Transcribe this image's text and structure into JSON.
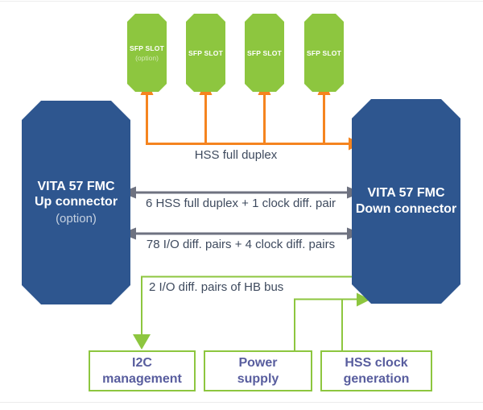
{
  "colors": {
    "green": "#8dc63f",
    "orange": "#f5841f",
    "blue": "#2e568f",
    "gray": "#6e7280",
    "label_text": "#3e4a5e",
    "box_text": "#585d9e"
  },
  "sfp_slots": [
    {
      "label": "SFP SLOT",
      "sublabel": "(option)"
    },
    {
      "label": "SFP SLOT",
      "sublabel": ""
    },
    {
      "label": "SFP SLOT",
      "sublabel": ""
    },
    {
      "label": "SFP SLOT",
      "sublabel": ""
    }
  ],
  "connectors": {
    "up": {
      "line1": "VITA 57 FMC",
      "line2": "Up connector",
      "line3": "(option)"
    },
    "down": {
      "line1": "VITA 57 FMC",
      "line2": "Down connector"
    }
  },
  "links": {
    "hss_bus": "HSS full duplex",
    "hss_pairs": "6 HSS full duplex + 1 clock diff. pair",
    "io_pairs": "78 I/O diff. pairs + 4 clock diff. pairs",
    "hb_bus": "2 I/O diff. pairs of HB bus"
  },
  "bottom_boxes": [
    {
      "line1": "I2C",
      "line2": "management"
    },
    {
      "line1": "Power",
      "line2": "supply"
    },
    {
      "line1": "HSS clock",
      "line2": "generation"
    }
  ]
}
